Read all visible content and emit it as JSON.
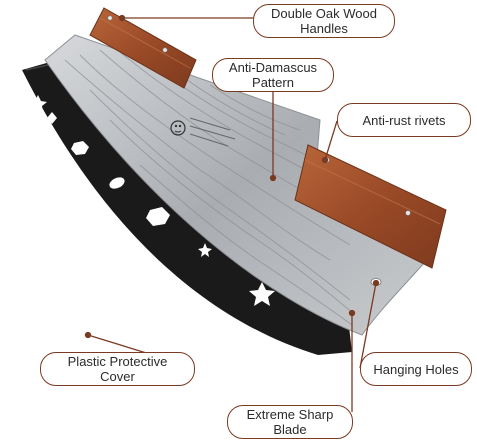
{
  "callouts": {
    "handles": {
      "line1": "Double Oak Wood",
      "line2": "Handles"
    },
    "pattern": {
      "line1": "Anti-Damascus",
      "line2": "Pattern"
    },
    "rivets": {
      "line1": "Anti-rust rivets"
    },
    "cover": {
      "line1": "Plastic Protective",
      "line2": "Cover"
    },
    "holes": {
      "line1": "Hanging Holes"
    },
    "blade": {
      "line1": "Extreme Sharp",
      "line2": "Blade"
    }
  },
  "colors": {
    "callout_border": "#7a3a22",
    "leader_line": "#7a3a22",
    "wood": "#a3502c",
    "steel": "#b9bcc0",
    "cover": "#1a1a1a"
  },
  "icons": {
    "cover_cutouts": [
      "star",
      "diamond",
      "hexagon",
      "oval",
      "star"
    ]
  }
}
